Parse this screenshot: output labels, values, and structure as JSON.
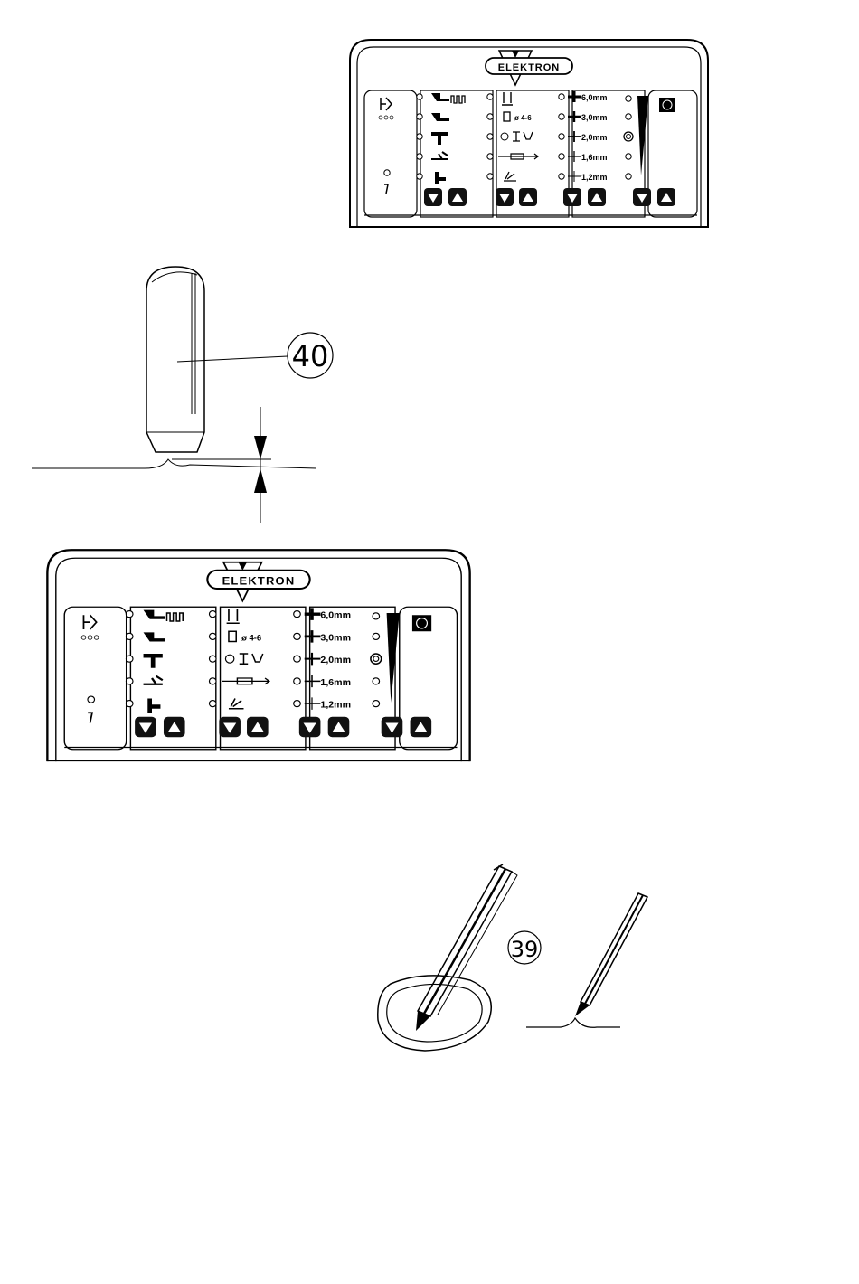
{
  "brand": "ELEKTRON",
  "panel": {
    "thickness_labels": [
      "6,0mm",
      "3,0mm",
      "2,0mm",
      "1,6mm",
      "1,2mm"
    ],
    "diameter_label": "ø 4-6",
    "icons": {
      "col1": [
        "torch-pulse-icon",
        "torch-icon",
        "t-joint-icon",
        "overlap-weld-icon",
        "corner-weld-icon"
      ],
      "col2": [
        "electrode-icon",
        "electrode-size-icon",
        "weld-shapes-icon",
        "pipe-weld-icon",
        "weld-angle-icon"
      ],
      "col4": [
        "power-wedge-icon",
        "timer-icon",
        "target-icon"
      ],
      "side": [
        "gas-icon",
        "fault-icon"
      ]
    },
    "buttons": [
      "down-arrow-icon",
      "up-arrow-icon"
    ]
  },
  "callouts": {
    "electrode_tip": "40",
    "tungsten_grinding": "39"
  },
  "colors": {
    "ink": "#000000",
    "paper": "#ffffff",
    "button": "#111111"
  }
}
